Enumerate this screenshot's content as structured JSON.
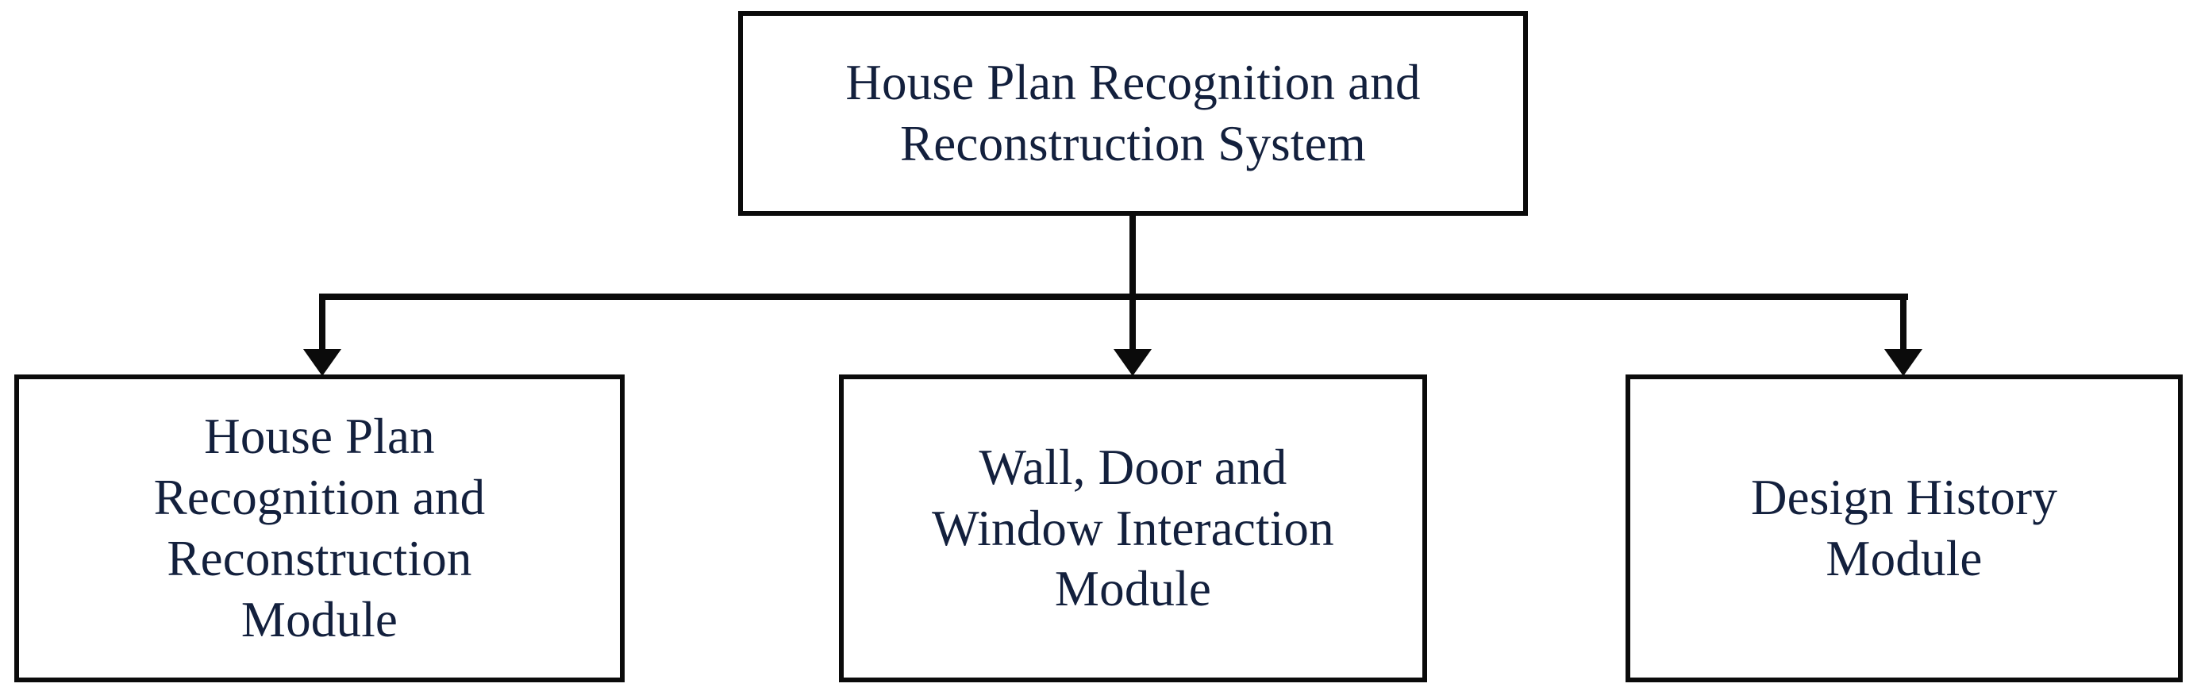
{
  "diagram": {
    "type": "hierarchy-tree",
    "title": "House Plan Recognition and Reconstruction System architecture",
    "colors": {
      "background": "#ffffff",
      "box_border": "#0b0b0b",
      "box_fill": "#ffffff",
      "text": "#13203d",
      "connector": "#0b0b0b"
    },
    "root": {
      "label": "House Plan Recognition and\nReconstruction System"
    },
    "children": [
      {
        "label": "House Plan\nRecognition and\nReconstruction\nModule"
      },
      {
        "label": "Wall, Door and\nWindow Interaction\nModule"
      },
      {
        "label": "Design History\nModule"
      }
    ],
    "connector_count": 3,
    "arrow_direction": "down"
  }
}
